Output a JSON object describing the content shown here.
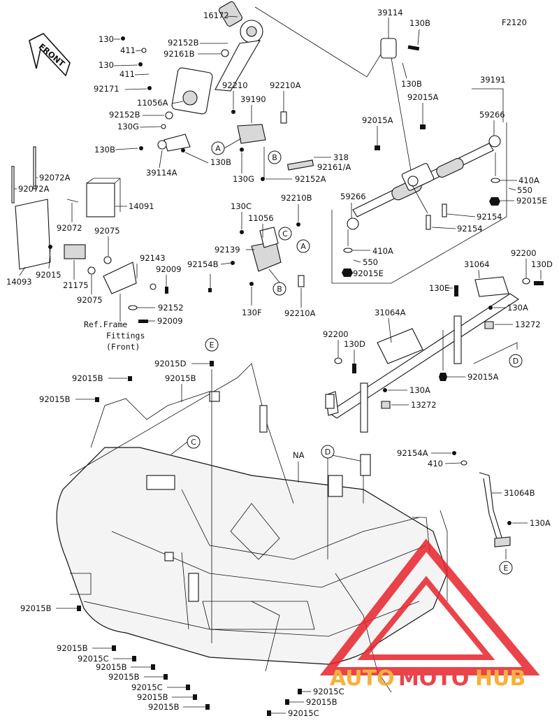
{
  "figure_code": "F2120",
  "front_arrow_label": "FRONT",
  "ref_frame_fittings": [
    "Ref.Frame",
    "Fittings",
    "(Front)"
  ],
  "watermark": {
    "text_auto": "AUTO",
    "text_moto": "MOTO",
    "text_hub": "HUB",
    "color_red": "#e8232b",
    "color_orange": "#f4a41c"
  },
  "callouts": {
    "c16172": "16172",
    "c130_1": "130",
    "c411_1": "411",
    "c92152B_1": "92152B",
    "c92161B": "92161B",
    "c130_2": "130",
    "c411_2": "411",
    "c92171": "92171",
    "c11056A": "11056A",
    "c92152B_2": "92152B",
    "c130G_1": "130G",
    "c130B_1": "130B",
    "c39114A": "39114A",
    "c130B_2": "130B",
    "c92210": "92210",
    "c39190": "39190",
    "c92210A_1": "92210A",
    "c130G_2": "130G",
    "c318": "318",
    "c92161A": "92161/A",
    "c92152A": "92152A",
    "c39114": "39114",
    "c130B_3": "130B",
    "c130B_4": "130B",
    "c92015A_1": "92015A",
    "c39191": "39191",
    "c92015A_2": "92015A",
    "c59266_1": "59266",
    "c59266_2": "59266",
    "c410A_1": "410A",
    "c550_1": "550",
    "c92015E_1": "92015E",
    "c92154_1": "92154",
    "c92154_2": "92154",
    "c410A_2": "410A",
    "c550_2": "550",
    "c92015E_2": "92015E",
    "c92072A_1": "92072A",
    "c92072A_2": "92072A",
    "c14091": "14091",
    "c92072": "92072",
    "c92075_1": "92075",
    "c14093": "14093",
    "c92015": "92015",
    "c21175": "21175",
    "c92143": "92143",
    "c92009_1": "92009",
    "c92075_2": "92075",
    "c92152": "92152",
    "c92009_2": "92009",
    "c130C": "130C",
    "c11056": "11056",
    "c92210B": "92210B",
    "c92139": "92139",
    "c92154B": "92154B",
    "c130F": "130F",
    "c92210A_2": "92210A",
    "c31064": "31064",
    "c92200_1": "92200",
    "c130D_1": "130D",
    "c130E": "130E",
    "c130A_1": "130A",
    "c13272_1": "13272",
    "c31064A": "31064A",
    "c92200_2": "92200",
    "c130D_2": "130D",
    "c92015A_3": "92015A",
    "c130A_2": "130A",
    "c13272_2": "13272",
    "c92015D": "92015D",
    "c92015B_1": "92015B",
    "c92015B_2": "92015B",
    "c92015B_3": "92015B",
    "cNA": "NA",
    "c92154A": "92154A",
    "c410": "410",
    "c31064B": "31064B",
    "c130A_3": "130A",
    "c92015B_4": "92015B",
    "c92015B_5": "92015B",
    "c92015C_1": "92015C",
    "c92015B_6": "92015B",
    "c92015B_7": "92015B",
    "c92015C_2": "92015C",
    "c92015B_8": "92015B",
    "c92015B_9": "92015B",
    "c92015C_3": "92015C",
    "c92015B_10": "92015B",
    "c92015C_4": "92015C"
  },
  "ref_markers": {
    "A": "A",
    "B": "B",
    "C": "C",
    "D": "D",
    "E": "E"
  }
}
